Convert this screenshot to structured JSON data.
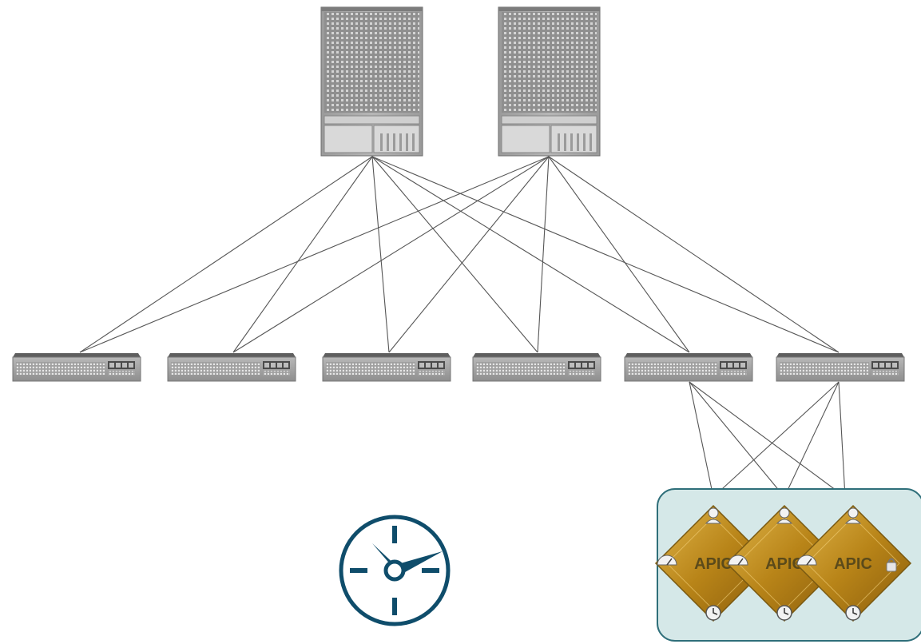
{
  "diagram": {
    "spines": [
      {
        "id": "spine-1"
      },
      {
        "id": "spine-2"
      }
    ],
    "leaves": [
      {
        "id": "leaf-1"
      },
      {
        "id": "leaf-2"
      },
      {
        "id": "leaf-3"
      },
      {
        "id": "leaf-4"
      },
      {
        "id": "leaf-5"
      },
      {
        "id": "leaf-6"
      }
    ],
    "spine_leaf_links": "full-mesh",
    "controllers": [
      {
        "label": "APIC"
      },
      {
        "label": "APIC"
      },
      {
        "label": "APIC"
      }
    ],
    "controller_uplinks": [
      "leaf-5",
      "leaf-6"
    ],
    "icons": [
      "chassis-switch-icon",
      "leaf-switch-icon",
      "apic-controller-icon",
      "clock-icon"
    ],
    "colors": {
      "link": "#555555",
      "chassis": "#a7a7a7",
      "clock": "#0f4d6b",
      "cluster_fill": "#d5e8e8",
      "cluster_border": "#2f6f7a",
      "apic_gold": "#c2911f"
    }
  }
}
